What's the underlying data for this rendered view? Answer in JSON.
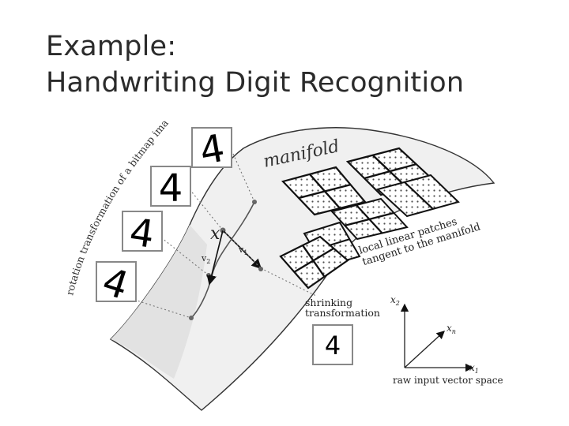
{
  "slide": {
    "title_line1": "Example:",
    "title_line2": "Handwriting Digit Recognition"
  },
  "figure": {
    "manifold_label": "manifold",
    "rotation_label": "rotation transformation of a bitmap image",
    "point_label": "x",
    "v1_label": "v",
    "v1_sub": "1",
    "v2_label": "v",
    "v2_sub": "2",
    "patches_line1": "local linear patches",
    "patches_line2": "tangent to the manifold",
    "shrink_line1": "shrinking",
    "shrink_line2": "transformation",
    "digit": "4",
    "axis_x1": "x",
    "axis_x1_sub": "1",
    "axis_x2": "x",
    "axis_x2_sub": "2",
    "axis_xn": "x",
    "axis_xn_sub": "n",
    "space_label": "raw input vector space"
  }
}
